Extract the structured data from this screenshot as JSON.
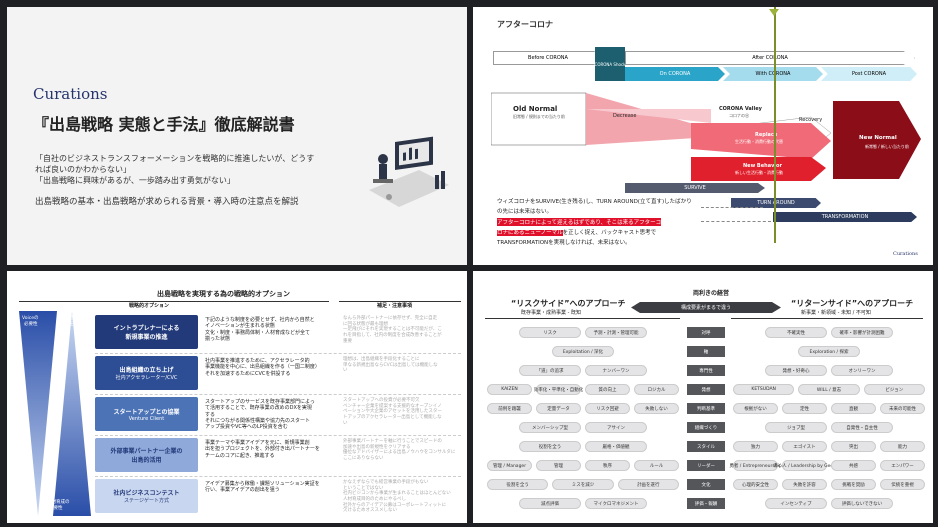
{
  "slide1": {
    "logo": "Curations",
    "title": "『出島戦略 実態と手法』徹底解説書",
    "quote1": "「自社のビジネストランスフォーメーションを戦略的に推進したいが、どうす",
    "quote1b": "れば良いのかわからない」",
    "quote2": "「出島戦略に興味があるが、一歩踏み出す勇気がない」",
    "subtitle": "出島戦略の基本・出島戦略が求められる背景・導入時の注意点を解説"
  },
  "slide2": {
    "title": "アフターコロナ",
    "before": "Before CORONA",
    "corona_shock": "CORONA Shock",
    "after": "After CORONA",
    "on": "On CORONA",
    "with": "With CORONA",
    "post": "Post CORONA",
    "old_normal": "Old Normal",
    "old_normal_sub": "旧常態 / 規則までの当たり前",
    "decrease": "Decrease",
    "valley": "CORONA Valley",
    "valley_sub": "コロナの谷",
    "recovery": "Recovery",
    "replace": "Replace",
    "replace_sub": "生活行動・消費行動の代替",
    "new_normal": "New Normal",
    "new_normal_sub": "新常態 / 新しい当たり前",
    "new_behavior": "New Behavior",
    "new_behavior_sub": "新しい生活行動・消費行動",
    "survive": "SURVIVE",
    "turnaround": "TURN AROUND",
    "transformation": "TRANSFORMATION",
    "body1": "ウィズコロナをSURVIVE(生き残る)し、TURN AROUND(立て直す)したばかり",
    "body2": "の先には未来はない。",
    "highlight1": "アフターコロナによって迎えるはずであり、そこは来るアフターコ",
    "highlight2": "ロナにあるニューノーマル",
    "body3": "を正しく捉え、バックキャスト思考で",
    "body4": "TRANSFORMATIONを実現しなければ、未来はない。",
    "footer": "Curations"
  },
  "slide3": {
    "title": "出島戦略を実現する為の戦略的オプション",
    "col1": "戦略的オプション",
    "col2": "補足・注意事項",
    "left_top1": "Voiceの",
    "left_top2": "必要性",
    "mid_top1": "社内の",
    "mid_top2": "任務度",
    "left_bottom1": "人材育成の",
    "left_bottom2": "必要性",
    "options": [
      {
        "name": "イントラプレナーによる",
        "name2": "新規事業の推進",
        "sub": "",
        "color": "#223a7a",
        "text": [
          "下記のような制度を必要とせず、社内から自然と",
          "イノベーションが生まれる状態",
          "文化・制度・事務局体制・人材育成などが全て",
          "揃った状態"
        ],
        "note": [
          "なんら外部パートナーに依存せず、完全に自走",
          "に回る状態が最も理想",
          "一足飛びにそれを実現することは不可能だが、こ",
          "れを目指して、社内の制度を合成改善することが",
          "重要"
        ]
      },
      {
        "name": "出島組織の立ち上げ",
        "name2": "",
        "sub": "社内アクセラレーター/CVC",
        "color": "#2d4d95",
        "text": [
          "社内事業を推進するために、アクセラレータ的",
          "事業機能を中心に、出島組織を作る（一国二制度）",
          "それを加速するためにCVCを併設する"
        ],
        "note": [
          "理想は、出島組織を手段化することに",
          "単なる新規出島ならCVCは出島しては機能しな",
          "い"
        ]
      },
      {
        "name": "スタートアップとの協業",
        "name2": "",
        "sub": "Venture Client",
        "color": "#4b73b6",
        "text": [
          "スタートアップのサービスを既存事業部門によっ",
          "て活用することで、既存事業の改めのDXを実現",
          "する",
          "それにつながる関係性構築や協力先のスタート",
          "アップ投資やVC等へのLP投資を含む"
        ],
        "note": [
          "スタートアップへの投資が必要不可欠",
          "ベンチャー企業を提案する支援的なオープンイノ",
          "ベーションや大企業のアセットを活用したスター",
          "トアップのアクセラレーター出島として機能しな",
          "い"
        ]
      },
      {
        "name": "外部事業パートナー企業の",
        "name2": "出島的活用",
        "sub": "",
        "color": "#8ea9da",
        "text": [
          "事業テーマや事業アイデアを元に、新規事業創",
          "出を担うプロジェクトを、外部付き出パートナーを",
          "チームのコアに起き、推進する"
        ],
        "note": [
          "外部事業パートナーを軸に行うことでスピードの",
          "加速や出島の新規性をクリアする",
          "優位なアドバイザーによる出島ノウハウをコンサルタに",
          "ここにありならない"
        ]
      },
      {
        "name": "社内ビジネスコンテスト",
        "name2": "",
        "sub": "ステージゲート方式",
        "color": "#c9d6ef",
        "text": [
          "アイデア募集から稼働・課題ソリューション実証を",
          "行い、事業アイデアの創出を狙う"
        ],
        "note": [
          "かなえずならでも経営事業の手段がもない",
          "ということではない",
          "社内ビジコンから事業が生まれることはほとんどない",
          "人材育成目的のためにやるべし",
          "社外からのアイデア公募はコーポレートフィットに",
          "欠けるためオススメしない"
        ]
      }
    ]
  },
  "slide4": {
    "title": "両利きの経営",
    "left_title": "“リスクサイド”へのアプローチ",
    "left_sub": "既存事業・成熟事業 - 既知",
    "center_label": "構成要素がまるで違う",
    "right_title": "“リターンサイド”へのアプローチ",
    "right_sub": "新事業・新領域 - 未知 / 不可知",
    "rows": [
      {
        "left": [
          "リスク",
          "予測・計測・管理可能"
        ],
        "mid": "対呼",
        "right": [
          "不確実性",
          "確率・影響が計測困難"
        ]
      },
      {
        "left": [
          "Exploitation / 深化"
        ],
        "mid": "軸",
        "right": [
          "Exploration / 探索"
        ]
      },
      {
        "left": [
          "「道」の追求",
          "ナンバーワン"
        ],
        "mid": "専門性",
        "right": [
          "発想・好奇心",
          "オンリーワン"
        ]
      },
      {
        "left": [
          "KAIZEN",
          "効率化・平準化・自動化",
          "質の向上",
          "ロジカル"
        ],
        "mid": "発想",
        "right": [
          "KETSUDAN",
          "WILL / 意志",
          "ビジョン"
        ]
      },
      {
        "left": [
          "前例を踏襲",
          "定量データ",
          "リスク回避",
          "失敗しない"
        ],
        "mid": "判断基準",
        "right": [
          "根拠がない",
          "定性",
          "直観",
          "未来の可能性"
        ]
      },
      {
        "left": [
          "メンバーシップ型",
          "アサイン"
        ],
        "mid": "組織づくり",
        "right": [
          "ジョブ型",
          "自発性・自主性"
        ]
      },
      {
        "left": [
          "役割を全う",
          "厳格・価値観"
        ],
        "mid": "スタイル",
        "right": [
          "独力",
          "エゴイスト",
          "突出",
          "能力"
        ]
      },
      {
        "left": [
          "管理 / Manager",
          "管理",
          "秩序",
          "ルール"
        ],
        "mid": "リーダー",
        "right": [
          "勇者 / Entrepreneurship",
          "導く人 / Leadership by Geek",
          "共感",
          "エンパワー"
        ]
      },
      {
        "left": [
          "役割を全う",
          "ミスを減少",
          "計画を遂行"
        ],
        "mid": "文化",
        "right": [
          "心理的安全性",
          "失敗を許容",
          "挑戦を奨励",
          "伝統を重視"
        ]
      },
      {
        "left": [
          "減点評価",
          "マイクロマネジメント"
        ],
        "mid": "評価・報酬",
        "right": [
          "インセンティブ",
          "評価しないできない"
        ]
      }
    ]
  }
}
